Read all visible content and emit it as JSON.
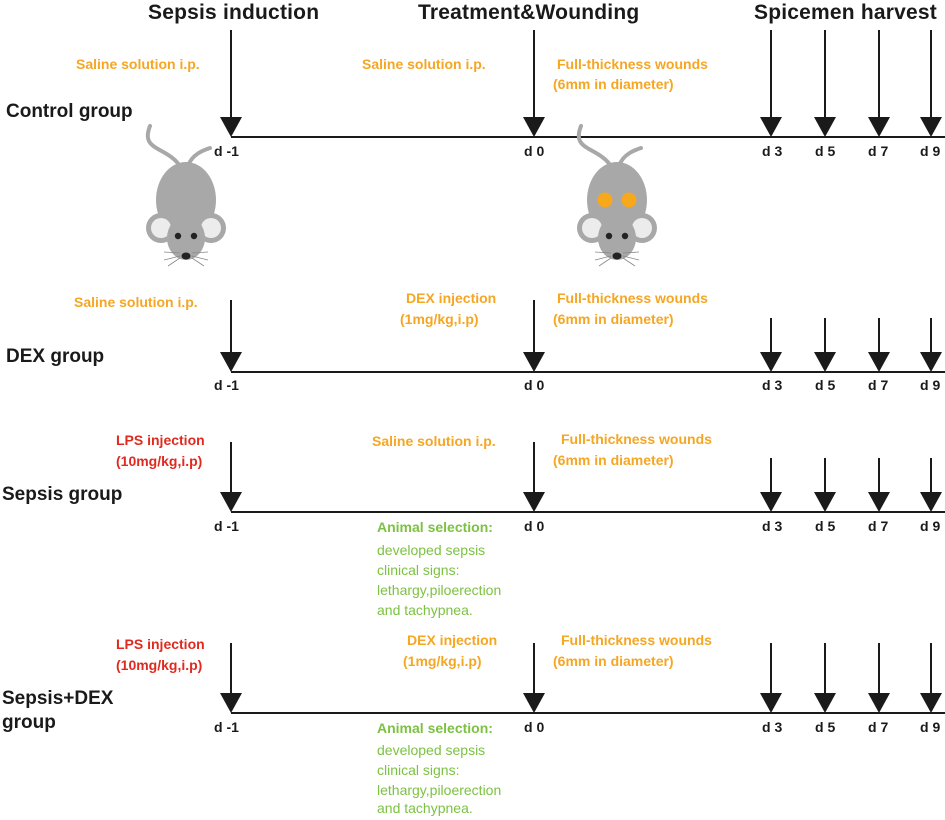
{
  "headers": {
    "sepsis_induction": "Sepsis induction",
    "treatment_wounding": "Treatment&Wounding",
    "specimen_harvest": "Spicemen harvest"
  },
  "days": {
    "d_minus1": "d -1",
    "d0": "d 0",
    "d3": "d 3",
    "d5": "d 5",
    "d7": "d 7",
    "d9": "d 9"
  },
  "groups": [
    {
      "name_lines": [
        "Control group"
      ],
      "induction": [
        "Saline solution i.p."
      ],
      "treatment": [
        "Saline solution i.p."
      ],
      "wound": [
        "Full-thickness wounds",
        "(6mm in diameter)"
      ],
      "selection": null
    },
    {
      "name_lines": [
        "DEX group"
      ],
      "induction": [
        "Saline solution i.p."
      ],
      "treatment": [
        "DEX injection",
        "(1mg/kg,i.p)"
      ],
      "wound": [
        "Full-thickness wounds",
        "(6mm in diameter)"
      ],
      "selection": null
    },
    {
      "name_lines": [
        "Sepsis group"
      ],
      "induction": [
        "LPS injection",
        "(10mg/kg,i.p)"
      ],
      "treatment": [
        "Saline solution i.p."
      ],
      "wound": [
        "Full-thickness wounds",
        "(6mm in diameter)"
      ],
      "selection": {
        "title": "Animal selection:",
        "lines": [
          "developed sepsis",
          "clinical  signs:",
          "lethargy,piloerection",
          "and tachypnea."
        ]
      }
    },
    {
      "name_lines": [
        "Sepsis+DEX",
        "group"
      ],
      "induction": [
        "LPS injection",
        "(10mg/kg,i.p)"
      ],
      "treatment": [
        "DEX injection",
        "(1mg/kg,i.p)"
      ],
      "wound": [
        "Full-thickness wounds",
        "(6mm in diameter)"
      ],
      "selection": {
        "title": "Animal selection:",
        "lines": [
          "developed sepsis",
          "clinical  signs:",
          "lethargy,piloerection",
          "and tachypnea."
        ]
      }
    }
  ],
  "colors": {
    "orange": "#f5a623",
    "red": "#e02a1f",
    "green": "#7cc242",
    "line": "#1a1a1a",
    "mouse_body": "#a8a8a8",
    "mouse_dark": "#222222",
    "mouse_ear": "#ececec",
    "wound_dot": "#f7a81b"
  }
}
